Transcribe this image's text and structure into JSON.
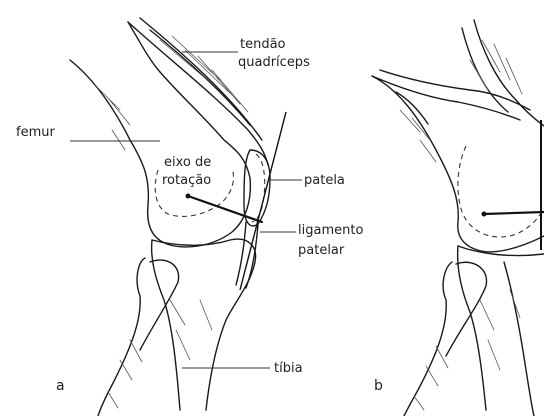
{
  "labels": {
    "quadriceps_line1": "tendão",
    "quadriceps_line2": "quadríceps",
    "femur": "femur",
    "axis_line1": "eixo de",
    "axis_line2": "rotação",
    "patella": "patela",
    "ligament_line1": "ligamento",
    "ligament_line2": "patelar",
    "tibia": "tíbia"
  },
  "panels": {
    "a": "a",
    "b": "b"
  },
  "colors": {
    "ink": "#1a1a1a",
    "background": "#ffffff"
  }
}
